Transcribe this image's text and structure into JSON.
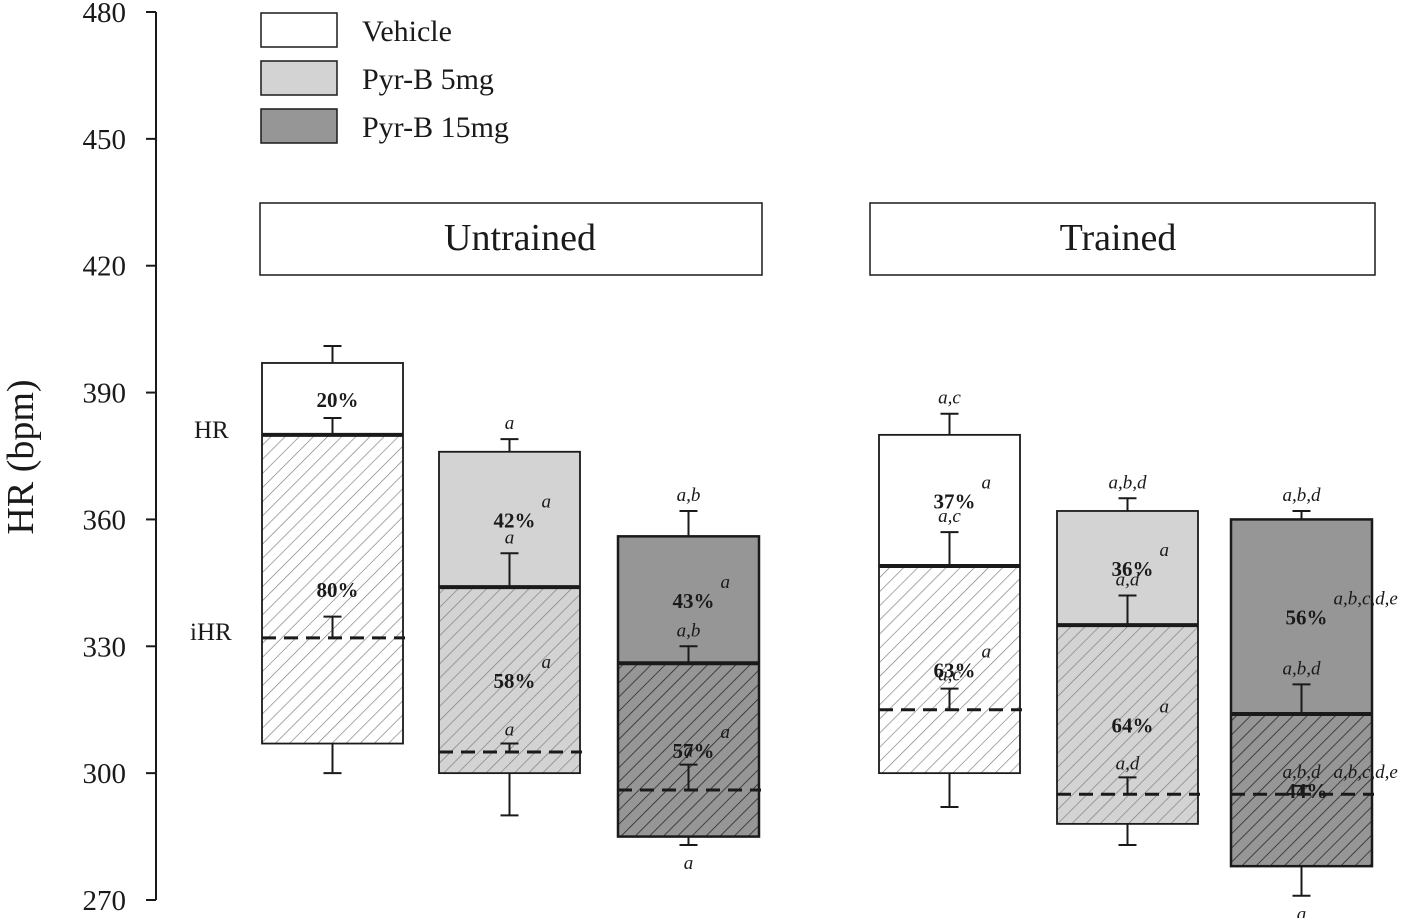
{
  "chart_data": {
    "type": "bar",
    "ylabel": "HR (bpm)",
    "ylim": [
      270,
      480
    ],
    "yticks": [
      270,
      300,
      330,
      360,
      390,
      420,
      450,
      480
    ],
    "legend": [
      {
        "name": "Vehicle",
        "color": "#ffffff"
      },
      {
        "name": "Pyr-B 5mg",
        "color": "#d3d3d3"
      },
      {
        "name": "Pyr-B 15mg",
        "color": "#969696"
      }
    ],
    "side_labels": {
      "hr": "HR",
      "ihr": "iHR"
    },
    "groups": [
      {
        "name": "Untrained",
        "bars": [
          {
            "treatment": "Vehicle",
            "top": 397,
            "top_err": 401,
            "hr": 380,
            "hr_err": 384,
            "bottom": 307,
            "bottom_err": 300,
            "ihr": 332,
            "ihr_err": 337,
            "upper_pct": "20%",
            "lower_pct": "80%",
            "top_sig": "",
            "upper_sig": "",
            "hr_sig": "",
            "lower_sig": "",
            "ihr_sig": "",
            "bottom_sig": ""
          },
          {
            "treatment": "Pyr-B 5mg",
            "top": 376,
            "top_err": 379,
            "hr": 344,
            "hr_err": 352,
            "bottom": 300,
            "bottom_err": 290,
            "ihr": 305,
            "ihr_err": 307,
            "upper_pct": "42%",
            "lower_pct": "58%",
            "top_sig": "a",
            "upper_sig": "a",
            "hr_sig": "a",
            "lower_sig": "a",
            "ihr_sig": "a",
            "bottom_sig": ""
          },
          {
            "treatment": "Pyr-B 15mg",
            "top": 356,
            "top_err": 362,
            "hr": 326,
            "hr_err": 330,
            "bottom": 285,
            "bottom_err": 283,
            "ihr": 296,
            "ihr_err": 302,
            "upper_pct": "43%",
            "lower_pct": "57%",
            "top_sig": "a,b",
            "upper_sig": "a",
            "hr_sig": "a,b",
            "lower_sig": "a",
            "ihr_sig": "a",
            "bottom_sig": "a"
          }
        ]
      },
      {
        "name": "Trained",
        "bars": [
          {
            "treatment": "Vehicle",
            "top": 380,
            "top_err": 385,
            "hr": 349,
            "hr_err": 357,
            "bottom": 300,
            "bottom_err": 292,
            "ihr": 315,
            "ihr_err": 320,
            "upper_pct": "37%",
            "lower_pct": "63%",
            "top_sig": "a,c",
            "upper_sig": "a",
            "hr_sig": "a,c",
            "lower_sig": "a",
            "ihr_sig": "a,c",
            "bottom_sig": ""
          },
          {
            "treatment": "Pyr-B 5mg",
            "top": 362,
            "top_err": 365,
            "hr": 335,
            "hr_err": 342,
            "bottom": 288,
            "bottom_err": 283,
            "ihr": 295,
            "ihr_err": 299,
            "upper_pct": "36%",
            "lower_pct": "64%",
            "top_sig": "a,b,d",
            "upper_sig": "a",
            "hr_sig": "a,d",
            "lower_sig": "a",
            "ihr_sig": "a,d",
            "bottom_sig": ""
          },
          {
            "treatment": "Pyr-B 15mg",
            "top": 360,
            "top_err": 362,
            "hr": 314,
            "hr_err": 321,
            "bottom": 278,
            "bottom_err": 271,
            "ihr": 295,
            "ihr_err": 297,
            "upper_pct": "56%",
            "lower_pct": "44%",
            "top_sig": "a,b,d",
            "upper_sig": "a,b,c,d,e",
            "hr_sig": "a,b,d",
            "lower_sig": "a,b,c,d,e",
            "ihr_sig": "a,b,d",
            "bottom_sig": "a"
          }
        ]
      }
    ]
  }
}
